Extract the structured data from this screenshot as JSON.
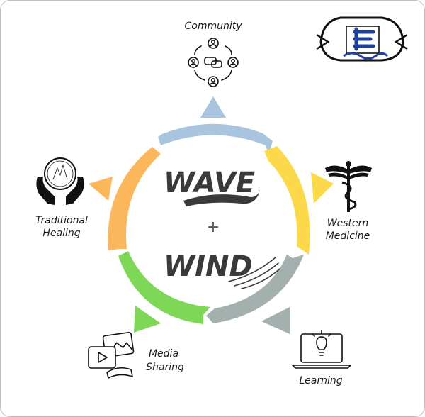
{
  "center": {
    "word_top": "WAVE",
    "plus": "+",
    "word_bottom": "WIND"
  },
  "nodes": [
    {
      "id": "community",
      "label": "Community",
      "icon": "community-network-icon",
      "color": "#a8c4de"
    },
    {
      "id": "western-medicine",
      "label_lines": [
        "Western",
        "Medicine"
      ],
      "icon": "caduceus-icon",
      "color": "#fcd94b"
    },
    {
      "id": "learning",
      "label": "Learning",
      "icon": "laptop-lightbulb-icon",
      "color": "#a3b0ad"
    },
    {
      "id": "media-sharing",
      "label_lines": [
        "Media",
        "Sharing"
      ],
      "icon": "media-icon",
      "color": "#7ed757"
    },
    {
      "id": "traditional-healing",
      "label_lines": [
        "Traditional",
        "Healing"
      ],
      "icon": "hands-globe-icon",
      "color": "#fcb75c"
    }
  ],
  "logo": {
    "icon": "wave-wind-logo-icon"
  }
}
